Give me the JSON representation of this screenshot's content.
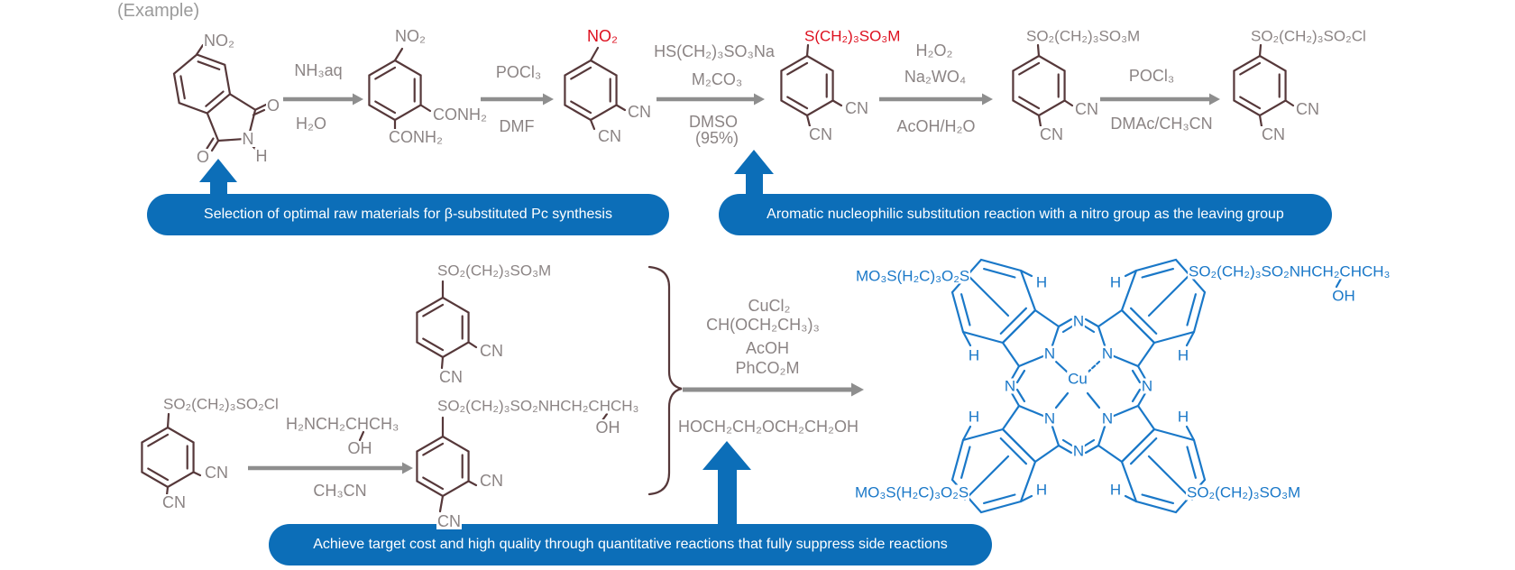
{
  "example_label": "(Example)",
  "colors": {
    "banner_blue": "#0c6eb8",
    "structure_blue": "#1a78c8",
    "highlight_red": "#dd0f1e",
    "bond_brown": "#56383a",
    "text_gray": "#8b8484"
  },
  "structures": {
    "s1": {
      "no2": "NO₂",
      "o_top": "O",
      "o_bottom": "O",
      "n": "N",
      "h": "H"
    },
    "s2": {
      "no2": "NO₂",
      "amide_right": "CONH₂",
      "amide_bottom": "CONH₂"
    },
    "s3": {
      "no2": "NO₂",
      "cn": "CN"
    },
    "s4": {
      "thioether": "S(CH₂)₃SO₃M",
      "cn": "CN"
    },
    "s5": {
      "sulfone": "SO₂(CH₂)₃SO₃M",
      "cn": "CN"
    },
    "s6": {
      "sulfonyl_chloride": "SO₂(CH₂)₃SO₂Cl",
      "cn": "CN"
    },
    "b1": {
      "top": "SO₂(CH₂)₃SO₃M",
      "cn": "CN"
    },
    "b2": {
      "top": "SO₂(CH₂)₃SO₂Cl",
      "cn": "CN"
    },
    "b3": {
      "top": "SO₂(CH₂)₃SO₂NHCH₂CHCH₃",
      "oh": "OH",
      "cn": "CN"
    }
  },
  "reactions": {
    "step1": {
      "reagent": "NH₃aq",
      "solvent": "H₂O"
    },
    "step2": {
      "reagent": "POCl₃",
      "solvent": "DMF"
    },
    "step3": {
      "reagent1": "HS(CH₂)₃SO₃Na",
      "reagent2": "M₂CO₃",
      "solvent": "DMSO",
      "yield": "(95%)"
    },
    "step4": {
      "reagent1": "H₂O₂",
      "reagent2": "Na₂WO₄",
      "solvent": "AcOH/H₂O"
    },
    "step5": {
      "reagent": "POCl₃",
      "solvent": "DMAc/CH₃CN"
    },
    "amination": {
      "reagent": "H₂NCH₂CHCH₃",
      "reagent_oh": "OH",
      "solvent": "CH₃CN"
    },
    "cyclization": {
      "reagent1": "CuCl₂",
      "reagent2": "CH(OCH₂CH₃)₃",
      "reagent3": "AcOH",
      "reagent4": "PhCO₂M",
      "solvent": "HOCH₂CH₂OCH₂CH₂OH"
    }
  },
  "callouts": {
    "c1": "Selection of optimal raw materials for β-substituted Pc synthesis",
    "c2": "Aromatic nucleophilic substitution reaction with a nitro group as the leaving group",
    "c3": "Achieve target cost and high quality through quantitative reactions that fully suppress side reactions"
  },
  "phthalocyanine": {
    "center_metal": "Cu",
    "n_label": "N",
    "h_label": "H",
    "top_left_label": "MO₃S(H₂C)₃O₂S",
    "top_right_label": "SO₂(CH₂)₃SO₂NHCH₂CHCH₃",
    "top_right_oh": "OH",
    "bottom_left_label": "MO₃S(H₂C)₃O₂S",
    "bottom_right_label": "SO₂(CH₂)₃SO₃M"
  }
}
